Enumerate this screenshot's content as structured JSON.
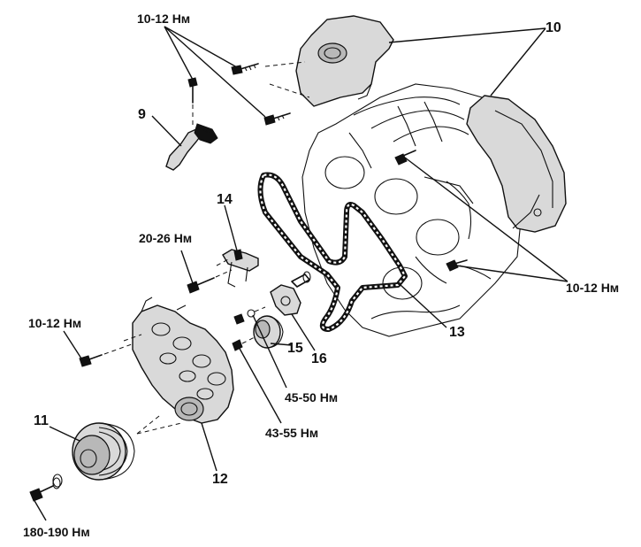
{
  "labels": {
    "part_10": "10",
    "part_9": "9",
    "part_14": "14",
    "part_13": "13",
    "part_11": "11",
    "part_12": "12",
    "part_15": "15",
    "part_16": "16",
    "torque_top": "10-12 Нм",
    "torque_tensioner": "20-26 Нм",
    "torque_left": "10-12 Нм",
    "torque_right": "10-12 Нм",
    "torque_45": "45-50 Нм",
    "torque_43": "43-55 Нм",
    "torque_pulley": "180-190 Нм"
  }
}
